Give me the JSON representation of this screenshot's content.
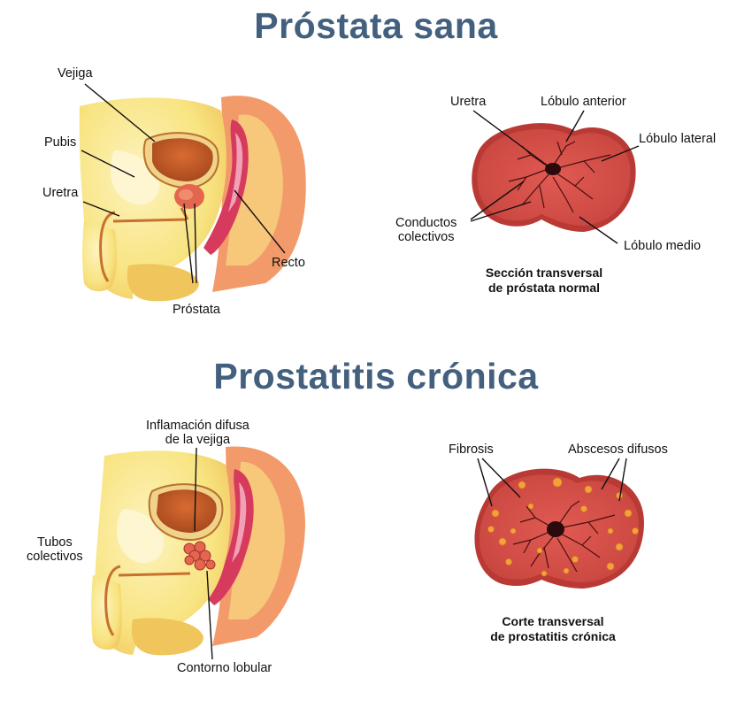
{
  "colors": {
    "title": "#43607f",
    "skin": "#f7e27a",
    "skin_light": "#fbf1b5",
    "flesh": "#ef8a5c",
    "tissue": "#d6504d",
    "tissue_dark": "#a8302e",
    "rectum": "#d63b5e",
    "abscess": "#f2a23c"
  },
  "healthy": {
    "title": "Próstata sana",
    "labels": {
      "vejiga": "Vejiga",
      "pubis": "Pubis",
      "uretra": "Uretra",
      "recto": "Recto",
      "prostata": "Próstata"
    },
    "section": {
      "uretra": "Uretra",
      "lobulo_anterior": "Lóbulo anterior",
      "lobulo_lateral": "Lóbulo lateral",
      "conductos_line1": "Conductos",
      "conductos_line2": "colectivos",
      "lobulo_medio": "Lóbulo medio",
      "caption_line1": "Sección transversal",
      "caption_line2": "de próstata normal"
    }
  },
  "chronic": {
    "title": "Prostatitis crónica",
    "labels": {
      "inflamacion_line1": "Inflamación difusa",
      "inflamacion_line2": "de la vejiga",
      "tubos_line1": "Tubos",
      "tubos_line2": "colectivos",
      "contorno": "Contorno lobular"
    },
    "section": {
      "fibrosis": "Fibrosis",
      "abscesos": "Abscesos difusos",
      "caption_line1": "Corte transversal",
      "caption_line2": "de prostatitis crónica"
    }
  }
}
